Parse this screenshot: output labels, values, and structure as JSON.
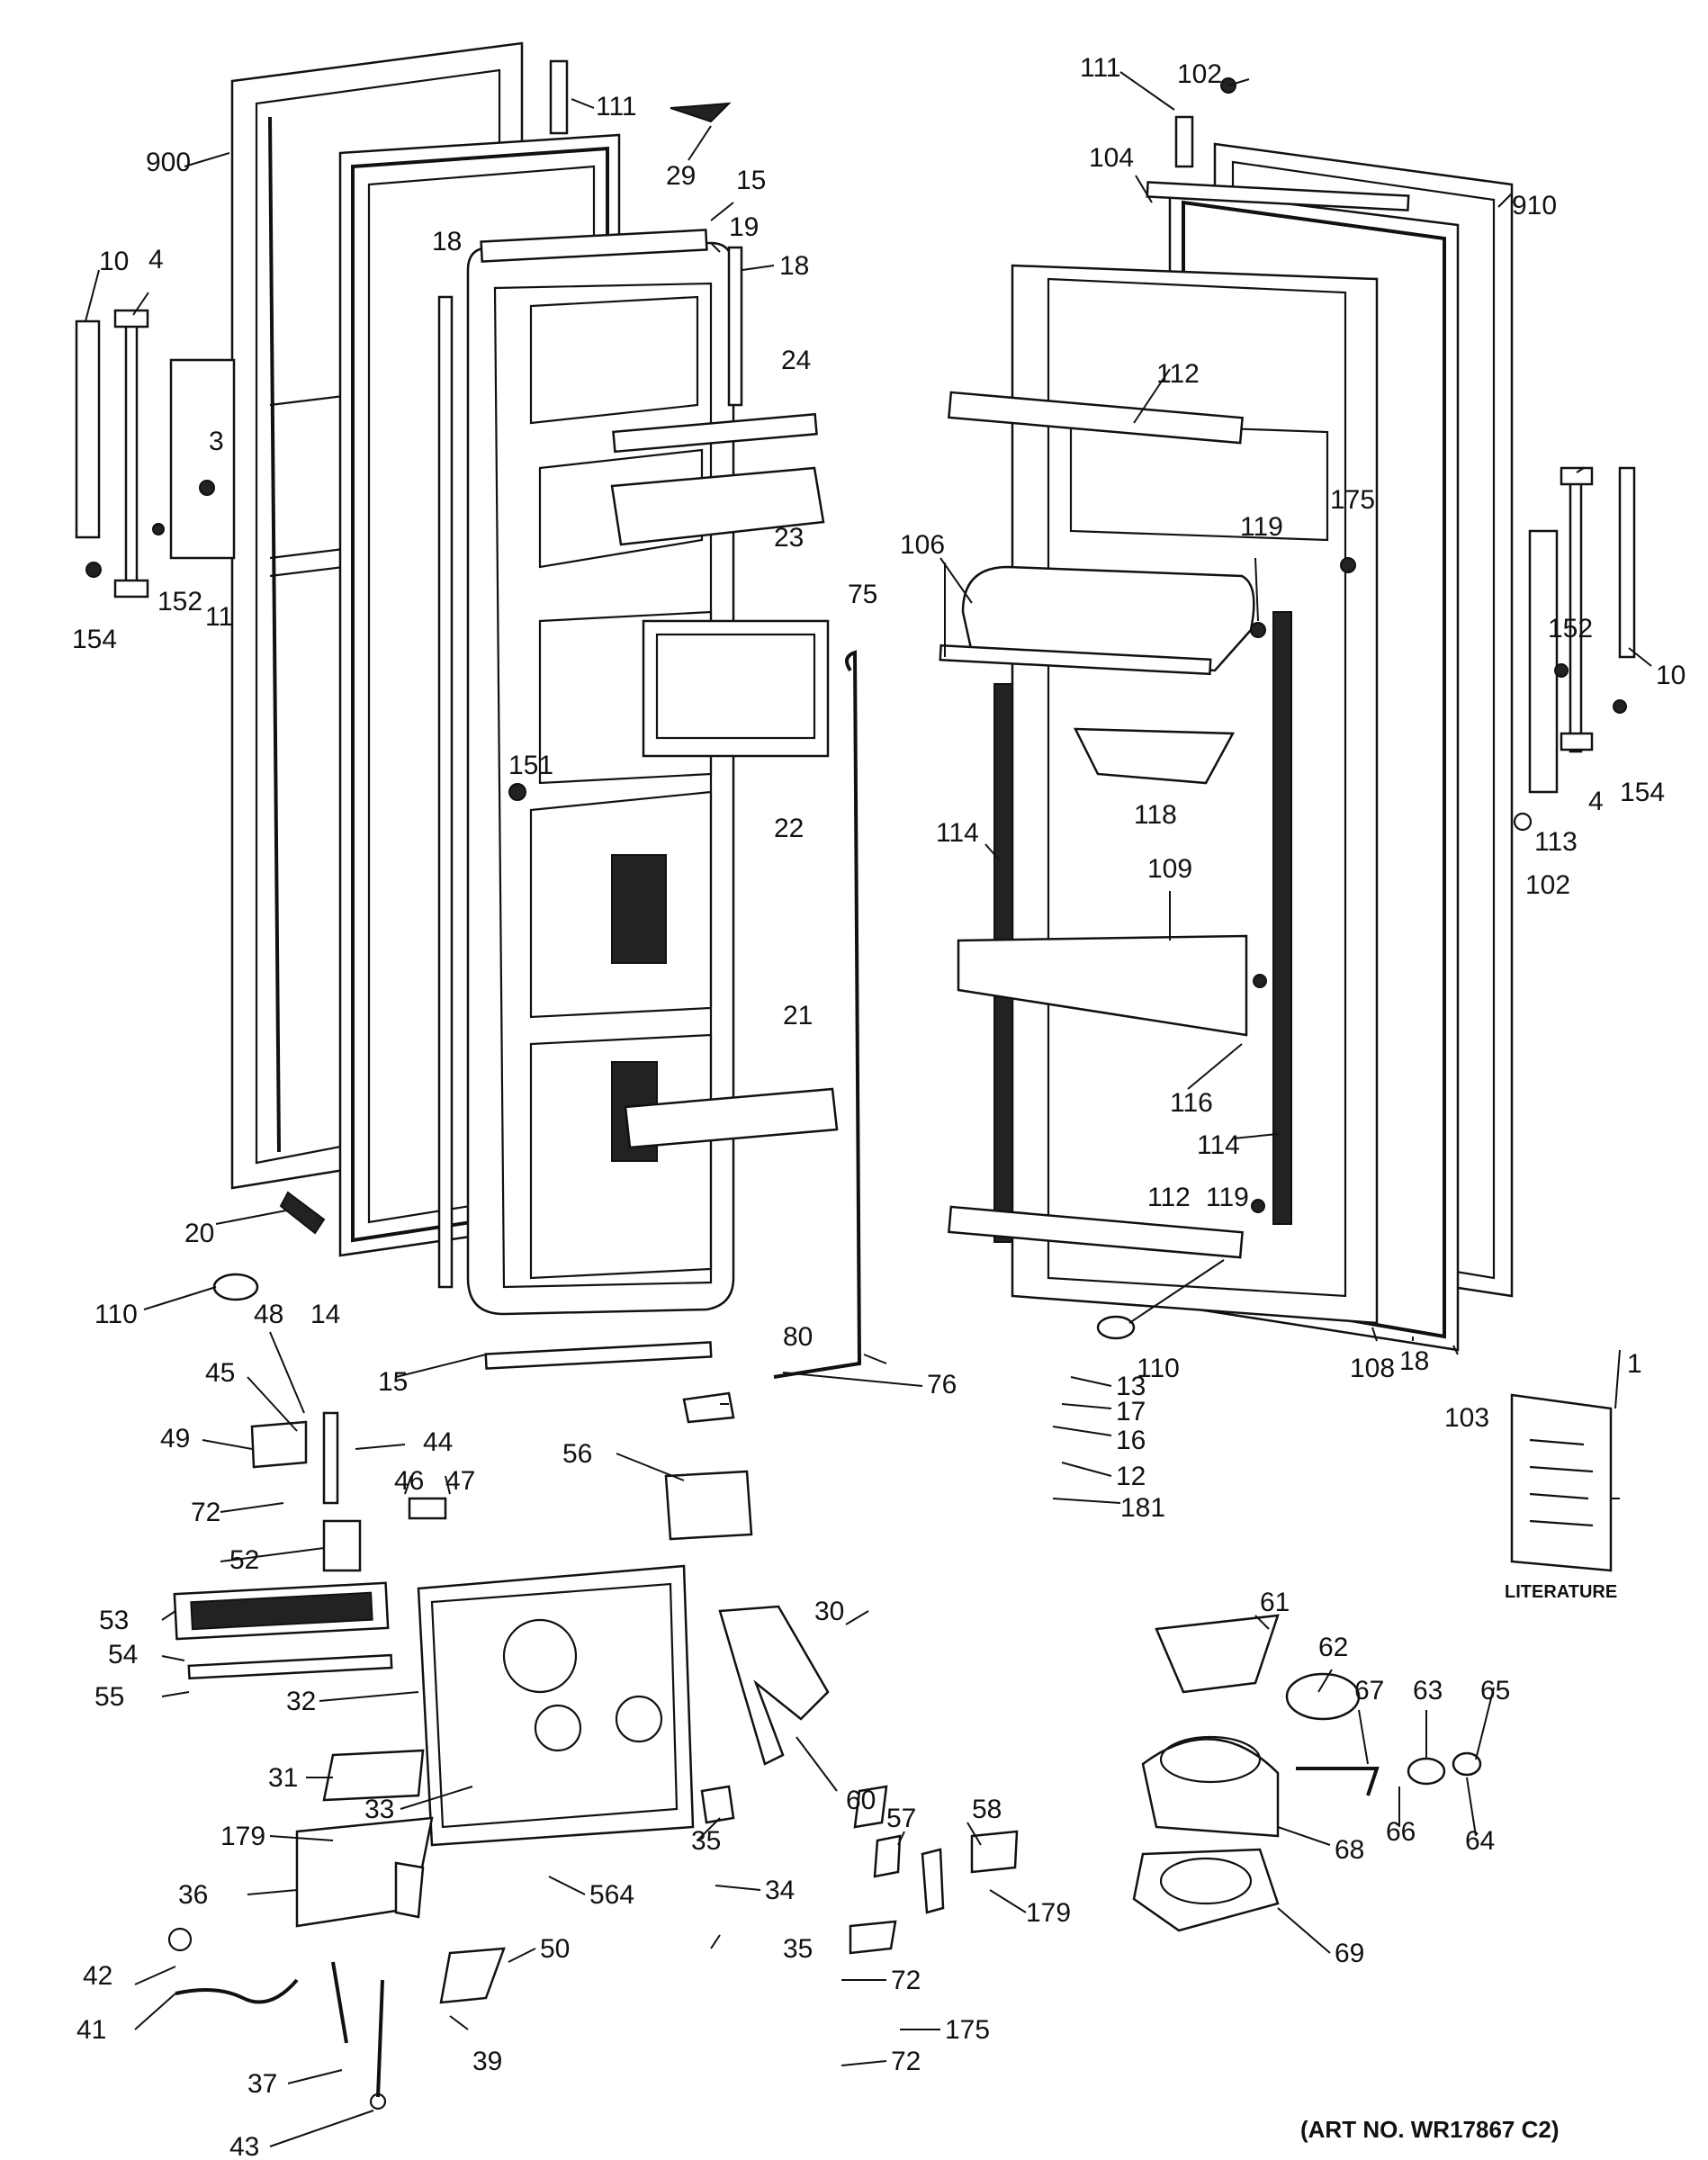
{
  "title": "",
  "art_number": "(ART NO. WR17867 C2)",
  "literature_label": "LITERATURE",
  "parts": [
    {
      "id": "p900",
      "text": "900"
    },
    {
      "id": "p111a",
      "text": "111"
    },
    {
      "id": "p29",
      "text": "29"
    },
    {
      "id": "p15a",
      "text": "15"
    },
    {
      "id": "p19",
      "text": "19"
    },
    {
      "id": "p18a",
      "text": "18"
    },
    {
      "id": "p18b",
      "text": "18"
    },
    {
      "id": "p10a",
      "text": "10"
    },
    {
      "id": "p4a",
      "text": "4"
    },
    {
      "id": "p3",
      "text": "3"
    },
    {
      "id": "p152a",
      "text": "152"
    },
    {
      "id": "p11",
      "text": "11"
    },
    {
      "id": "p154a",
      "text": "154"
    },
    {
      "id": "p24",
      "text": "24"
    },
    {
      "id": "p23",
      "text": "23"
    },
    {
      "id": "p22",
      "text": "22"
    },
    {
      "id": "p151",
      "text": "151"
    },
    {
      "id": "p75",
      "text": "75"
    },
    {
      "id": "p21",
      "text": "21"
    },
    {
      "id": "p20",
      "text": "20"
    },
    {
      "id": "p110a",
      "text": "110"
    },
    {
      "id": "p14",
      "text": "14"
    },
    {
      "id": "p15b",
      "text": "15"
    },
    {
      "id": "p48",
      "text": "48"
    },
    {
      "id": "p45",
      "text": "45"
    },
    {
      "id": "p44",
      "text": "44"
    },
    {
      "id": "p49",
      "text": "49"
    },
    {
      "id": "p72a",
      "text": "72"
    },
    {
      "id": "p46",
      "text": "46"
    },
    {
      "id": "p47",
      "text": "47"
    },
    {
      "id": "p52",
      "text": "52"
    },
    {
      "id": "p80",
      "text": "80"
    },
    {
      "id": "p76",
      "text": "76"
    },
    {
      "id": "p56",
      "text": "56"
    },
    {
      "id": "p102a",
      "text": "102"
    },
    {
      "id": "p111b",
      "text": "111"
    },
    {
      "id": "p104",
      "text": "104"
    },
    {
      "id": "p910",
      "text": "910"
    },
    {
      "id": "p112a",
      "text": "112"
    },
    {
      "id": "p175a",
      "text": "175"
    },
    {
      "id": "p106",
      "text": "106"
    },
    {
      "id": "p119a",
      "text": "119"
    },
    {
      "id": "p152b",
      "text": "152"
    },
    {
      "id": "p10b",
      "text": "10"
    },
    {
      "id": "p118",
      "text": "118"
    },
    {
      "id": "p154b",
      "text": "154"
    },
    {
      "id": "p114a",
      "text": "114"
    },
    {
      "id": "p4b",
      "text": "4"
    },
    {
      "id": "p113",
      "text": "113"
    },
    {
      "id": "p102b",
      "text": "102"
    },
    {
      "id": "p109",
      "text": "109"
    },
    {
      "id": "p116",
      "text": "116"
    },
    {
      "id": "p114b",
      "text": "114"
    },
    {
      "id": "p112b",
      "text": "112"
    },
    {
      "id": "p119b",
      "text": "119"
    },
    {
      "id": "p110b",
      "text": "110"
    },
    {
      "id": "p108",
      "text": "108"
    },
    {
      "id": "p18c",
      "text": "18"
    },
    {
      "id": "p103",
      "text": "103"
    },
    {
      "id": "p13",
      "text": "13"
    },
    {
      "id": "p17",
      "text": "17"
    },
    {
      "id": "p16",
      "text": "16"
    },
    {
      "id": "p12",
      "text": "12"
    },
    {
      "id": "p181",
      "text": "181"
    },
    {
      "id": "p1",
      "text": "1"
    },
    {
      "id": "p53",
      "text": "53"
    },
    {
      "id": "p54",
      "text": "54"
    },
    {
      "id": "p55",
      "text": "55"
    },
    {
      "id": "p32",
      "text": "32"
    },
    {
      "id": "p31",
      "text": "31"
    },
    {
      "id": "p33",
      "text": "33"
    },
    {
      "id": "p30",
      "text": "30"
    },
    {
      "id": "p60",
      "text": "60"
    },
    {
      "id": "p179a",
      "text": "179"
    },
    {
      "id": "p36",
      "text": "36"
    },
    {
      "id": "p35a",
      "text": "35"
    },
    {
      "id": "p34",
      "text": "34"
    },
    {
      "id": "p564",
      "text": "564"
    },
    {
      "id": "p50",
      "text": "50"
    },
    {
      "id": "p35b",
      "text": "35"
    },
    {
      "id": "p57",
      "text": "57"
    },
    {
      "id": "p58",
      "text": "58"
    },
    {
      "id": "p179b",
      "text": "179"
    },
    {
      "id": "p42",
      "text": "42"
    },
    {
      "id": "p41",
      "text": "41"
    },
    {
      "id": "p37",
      "text": "37"
    },
    {
      "id": "p39",
      "text": "39"
    },
    {
      "id": "p43",
      "text": "43"
    },
    {
      "id": "p72b",
      "text": "72"
    },
    {
      "id": "p175b",
      "text": "175"
    },
    {
      "id": "p72c",
      "text": "72"
    },
    {
      "id": "p61",
      "text": "61"
    },
    {
      "id": "p62",
      "text": "62"
    },
    {
      "id": "p67",
      "text": "67"
    },
    {
      "id": "p63",
      "text": "63"
    },
    {
      "id": "p65",
      "text": "65"
    },
    {
      "id": "p68",
      "text": "68"
    },
    {
      "id": "p66",
      "text": "66"
    },
    {
      "id": "p64",
      "text": "64"
    },
    {
      "id": "p69",
      "text": "69"
    }
  ]
}
